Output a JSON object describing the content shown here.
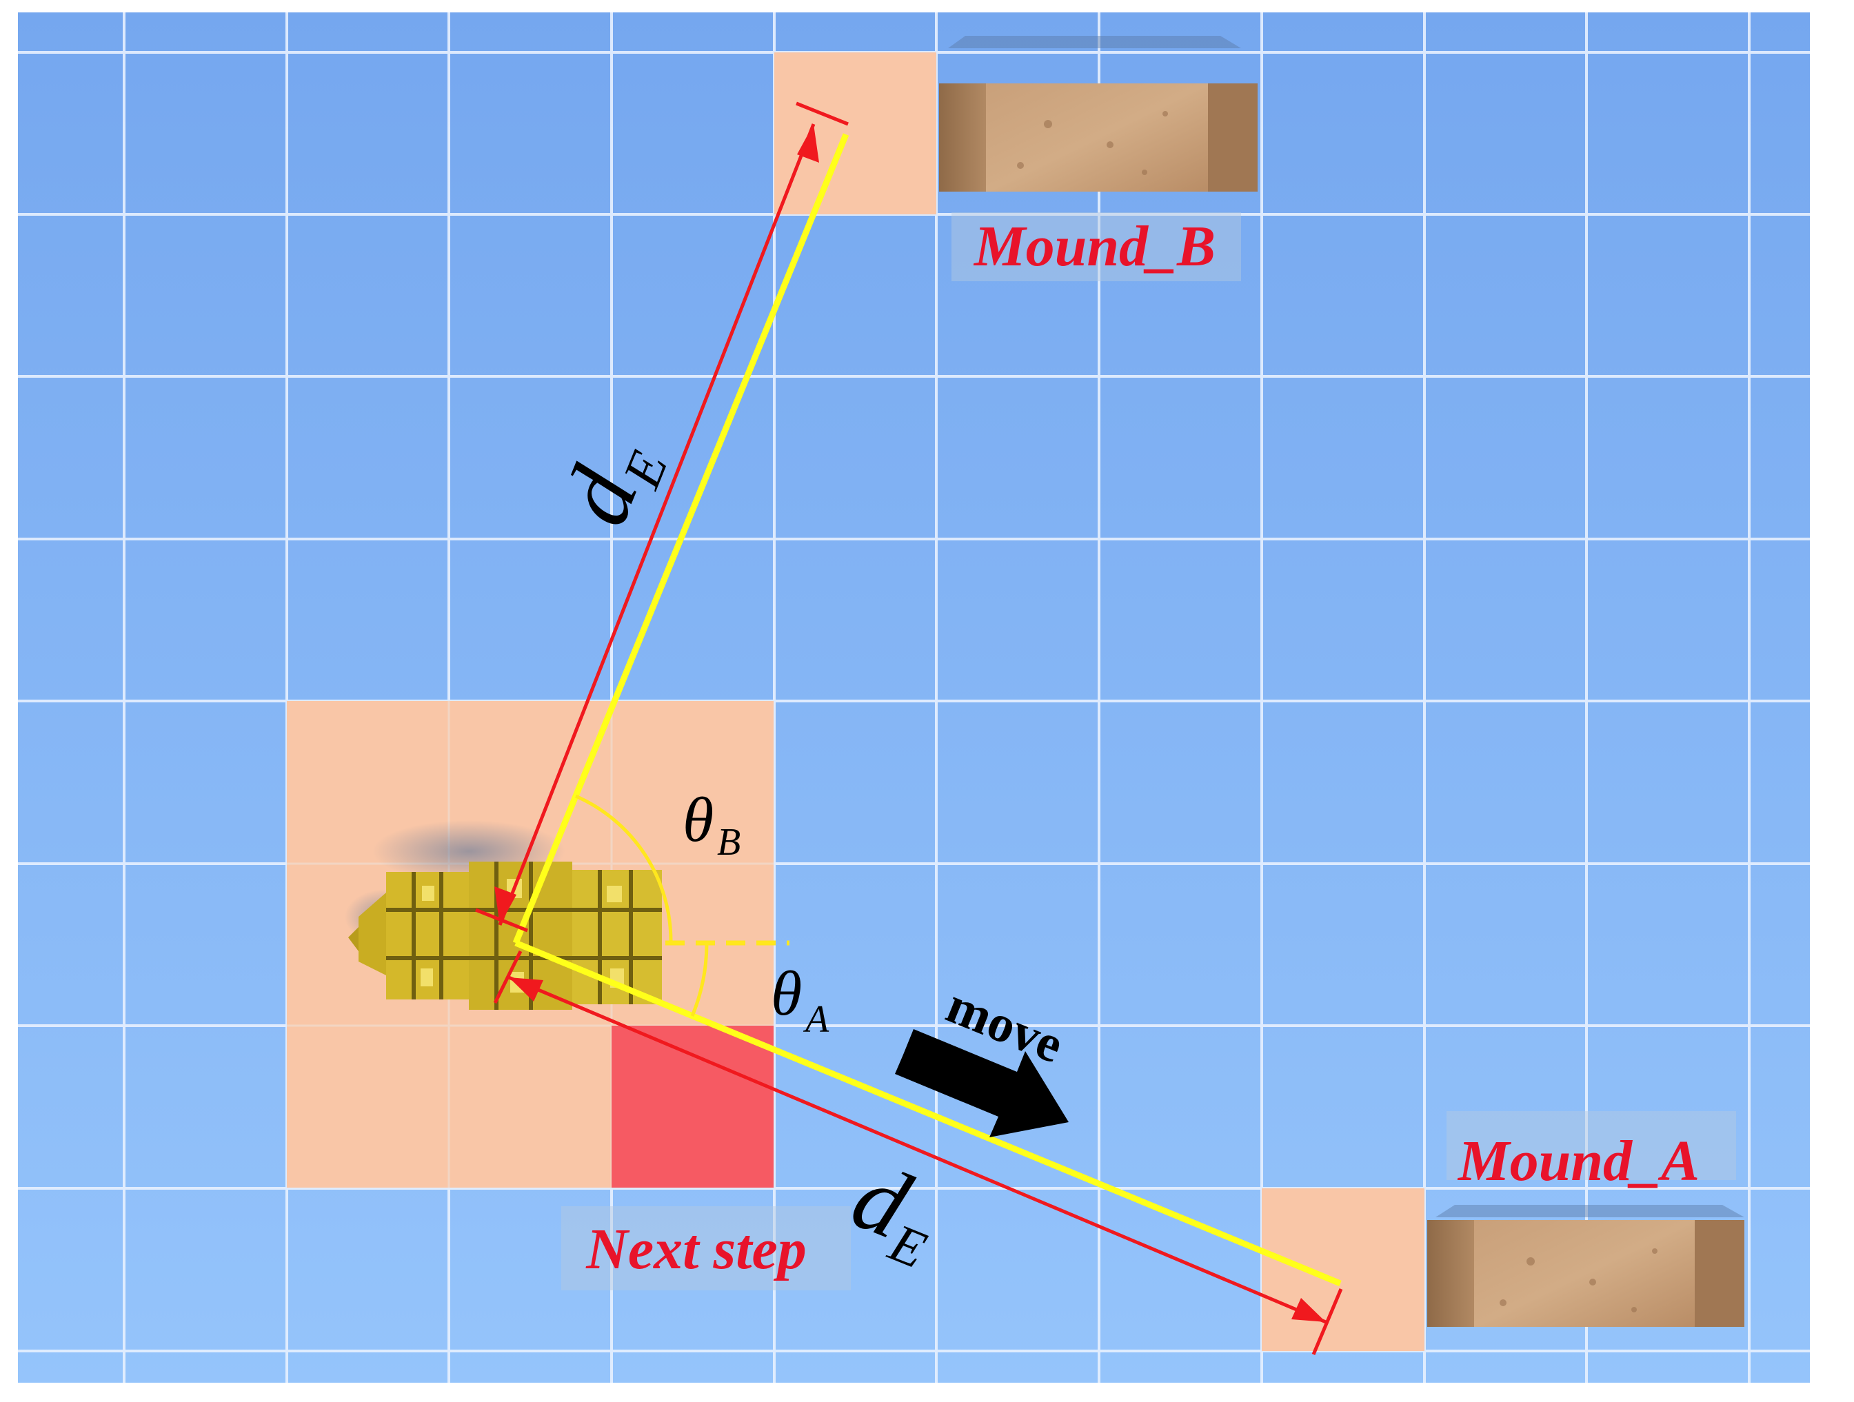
{
  "labels": {
    "mound_b": "Mound_B",
    "mound_a": "Mound_A",
    "next_step": "Next step",
    "move": "move",
    "distance_symbol": "d",
    "distance_subscript": "E",
    "angle_symbol": "θ",
    "angle_b_subscript": "B",
    "angle_a_subscript": "A"
  },
  "colors": {
    "floor_top": "#79a9ef",
    "floor_bottom": "#93c2fa",
    "grid_line": "#e6f0ff",
    "zone_cell": "#f9c6a7",
    "next_step_cell": "#f65a63",
    "label_red": "#e8132a",
    "distance_line": "#f0191e",
    "vector_line": "#ffff1a",
    "arc_yellow": "#ffe71e",
    "mound_earth": "#c59a72",
    "mound_side": "#a67d57",
    "robot_yellow": "#d8bf2e",
    "move_arrow": "#000000"
  },
  "icons": {
    "robot": "hexapod-robot-icon",
    "mound": "earth-mound-block",
    "move_arrow": "move-direction-arrow-icon"
  }
}
